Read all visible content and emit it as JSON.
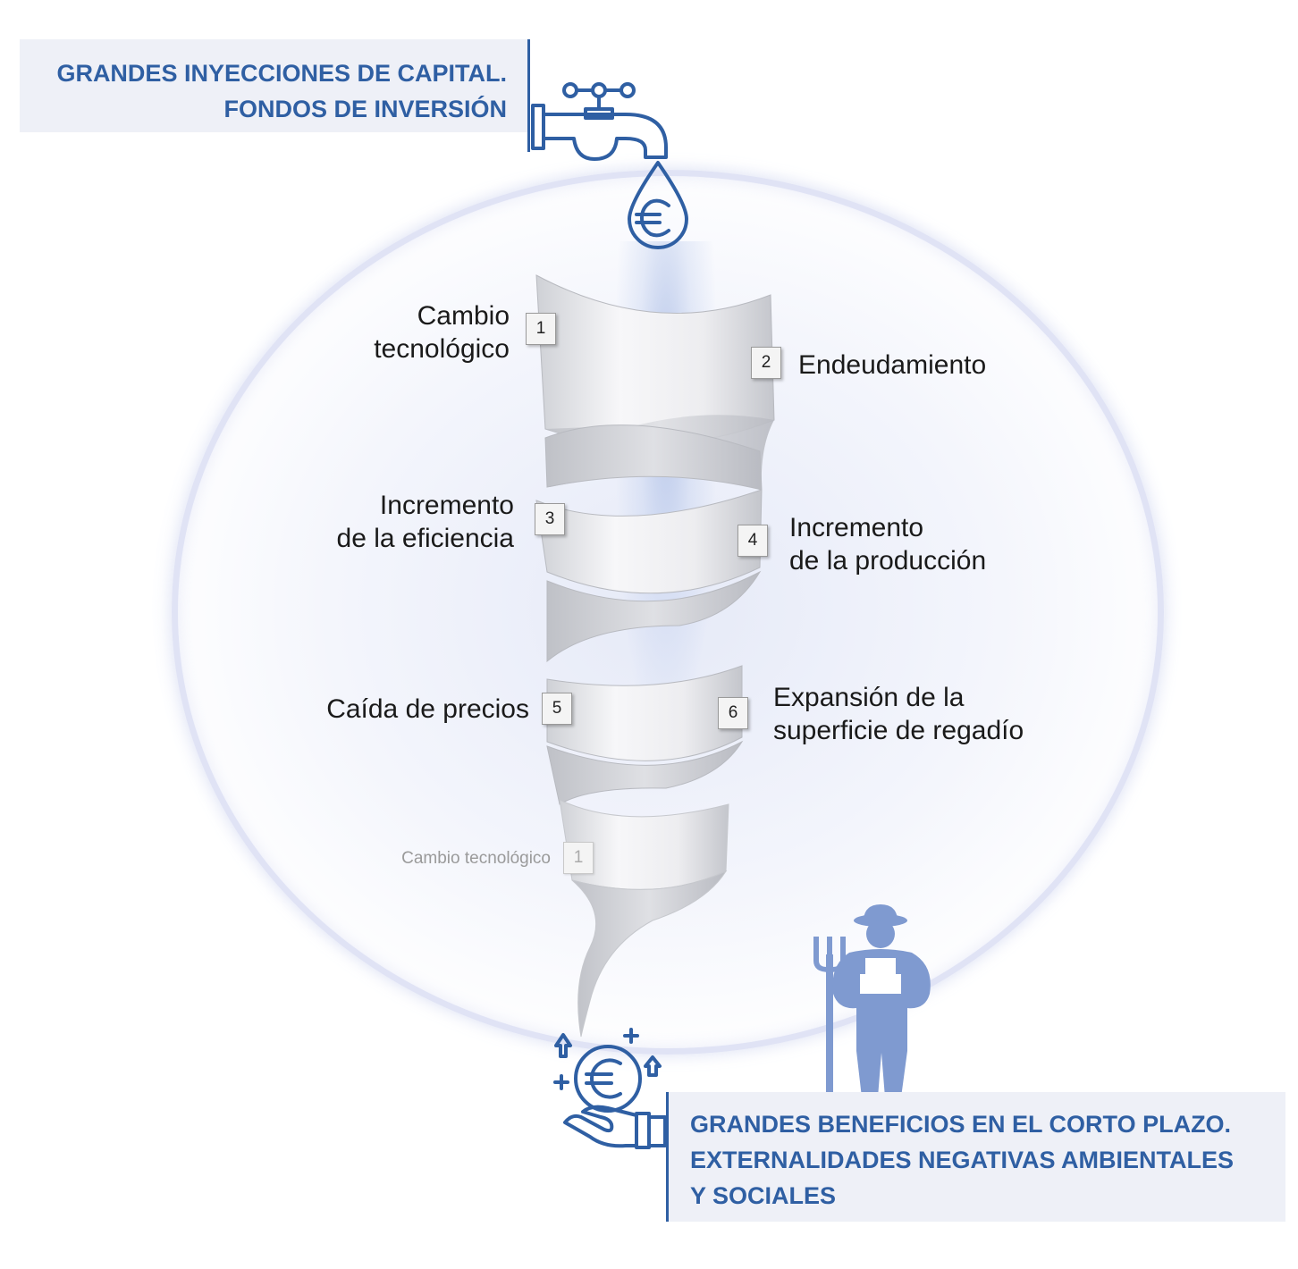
{
  "header": {
    "line1": "GRANDES INYECCIONES DE CAPITAL.",
    "line2": "FONDOS DE INVERSIÓN"
  },
  "footer": {
    "line1": "GRANDES BENEFICIOS EN EL CORTO PLAZO.",
    "line2": "EXTERNALIDADES NEGATIVAS AMBIENTALES",
    "line3": "Y SOCIALES"
  },
  "steps": [
    {
      "number": "1",
      "line1": "Cambio",
      "line2": "tecnológico"
    },
    {
      "number": "2",
      "line1": "Endeudamiento",
      "line2": ""
    },
    {
      "number": "3",
      "line1": "Incremento",
      "line2": "de la eficiencia"
    },
    {
      "number": "4",
      "line1": "Incremento",
      "line2": "de la producción"
    },
    {
      "number": "5",
      "line1": "Caída de precios",
      "line2": ""
    },
    {
      "number": "6",
      "line1": "Expansión de la",
      "line2": "superficie de regadío"
    },
    {
      "number": "1",
      "line1": "Cambio tecnológico",
      "line2": ""
    }
  ],
  "icons": {
    "top": "water-tap-euro-drop-icon",
    "bottom": "hand-euro-coin-icon",
    "farmer": "farmer-with-pitchfork-icon"
  },
  "colors": {
    "accent": "#2f5fa3",
    "icon_fill": "#7f9ad0",
    "panel": "#eef0f7"
  }
}
